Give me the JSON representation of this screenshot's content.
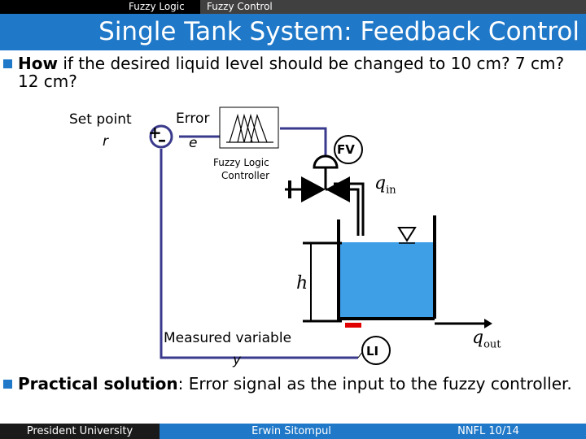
{
  "header": {
    "tab1": "Fuzzy Logic",
    "tab2": "Fuzzy Control",
    "title": "Single Tank System: Feedback Control"
  },
  "bullets": [
    {
      "bold": "How",
      "text": " if the desired liquid level should be changed to 10 cm? 7 cm? 12 cm?"
    },
    {
      "bold": "Practical solution",
      "text": ": Error signal as the input to the fuzzy controller."
    }
  ],
  "diagram": {
    "setpoint_label": "Set point",
    "setpoint_symbol": "r",
    "sum_plus": "+",
    "sum_minus": "–",
    "error_label": "Error",
    "error_symbol": "e",
    "controller_label_line1": "Fuzzy Logic",
    "controller_label_line2": "Controller",
    "valve_tag": "FV",
    "inflow_label": "q",
    "inflow_sub": "in",
    "level_label": "h",
    "measured_label": "Measured variable",
    "measured_symbol": "y",
    "level_tag": "LI",
    "outflow_label": "q",
    "outflow_sub": "out"
  },
  "footer": {
    "left": "President University",
    "center": "Erwin Sitompul",
    "right": "NNFL 10/14"
  },
  "colors": {
    "accent": "#1f78c8",
    "signal_line": "#3a3a8c",
    "water": "#3f9fe6",
    "indicator": "#e00000"
  }
}
